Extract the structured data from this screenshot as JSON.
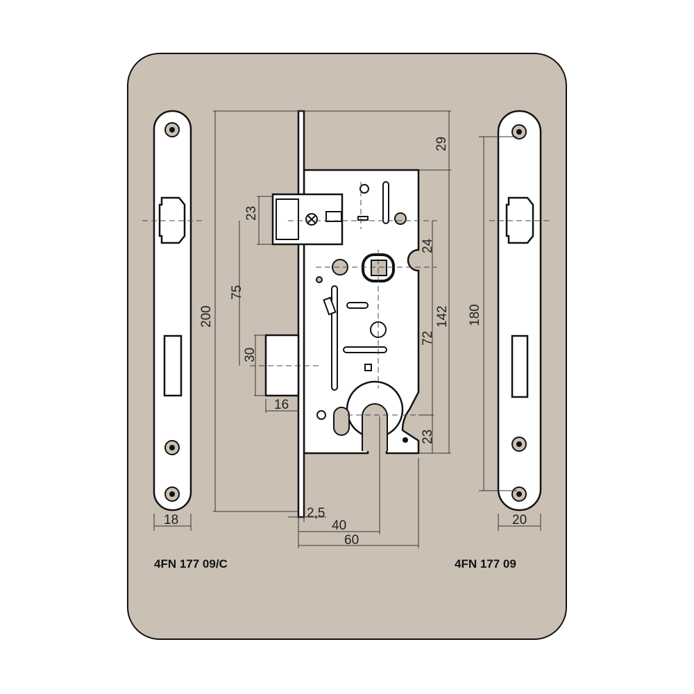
{
  "diagram": {
    "left_model": "4FN 177 09/C",
    "right_model": "4FN 177 09",
    "dimensions": {
      "top_offset": "29",
      "latch_height": "23",
      "follower_offset": "24",
      "backset_spacing": "75",
      "total_height": "200",
      "body_height": "142",
      "center_distance": "72",
      "deadbolt_height": "30",
      "deadbolt_throw": "16",
      "cylinder_offset": "23",
      "faceplate_thickness": "2,5",
      "backset": "40",
      "body_depth": "60",
      "left_plate_width": "18",
      "right_plate_width": "20",
      "right_plate_hole_spacing": "180"
    },
    "colors": {
      "panel": "#cbc0b4",
      "line": "#111111"
    }
  }
}
